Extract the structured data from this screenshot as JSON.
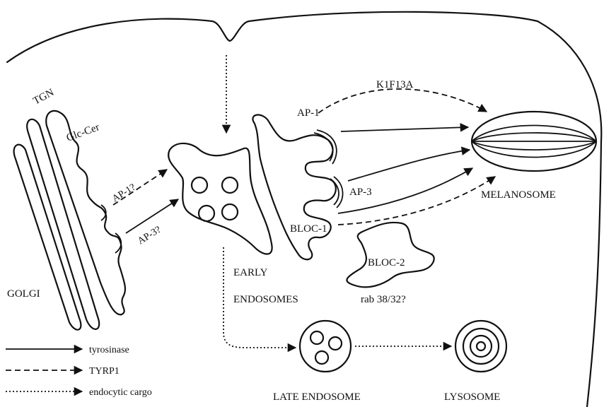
{
  "labels": {
    "tgn": "TGN",
    "glc_cer": "Glc-Cer",
    "golgi": "GOLGI",
    "ap1_q": "AP-1?",
    "ap3_q": "AP-3?",
    "ap1": "AP-1",
    "ap3": "AP-3",
    "bloc1": "BLOC-1",
    "bloc2": "BLOC-2",
    "rab": "rab 38/32?",
    "kif": "K1F13A",
    "melanosome": "MELANOSOME",
    "early": "EARLY",
    "endosomes": "ENDOSOMES",
    "late_endosome": "LATE ENDOSOME",
    "lysosome": "LYSOSOME"
  },
  "legend": [
    {
      "style": "solid",
      "label": "tyrosinase"
    },
    {
      "style": "dashed",
      "label": "TYRP1"
    },
    {
      "style": "dotted",
      "label": "endocytic cargo"
    }
  ]
}
